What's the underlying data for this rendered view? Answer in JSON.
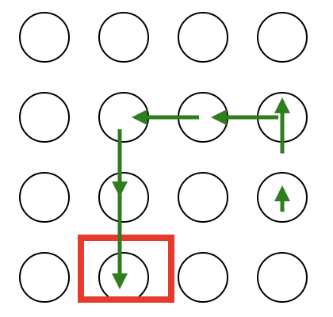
{
  "grid": {
    "rows": 4,
    "cols": 4
  },
  "colors": {
    "background": "#ffffff",
    "circle_stroke": "#000000",
    "arrow": "#2f7d1f",
    "target_box": "#e53b2c"
  },
  "target": {
    "row": 3,
    "col": 1
  },
  "arrows": [
    {
      "id": "arrow-r1-c3-left",
      "from": {
        "row": 1,
        "col": 2.95
      },
      "to": {
        "row": 1,
        "col": 2.2
      }
    },
    {
      "id": "arrow-r1-c2-left",
      "from": {
        "row": 1,
        "col": 1.95
      },
      "to": {
        "row": 1,
        "col": 1.2
      }
    },
    {
      "id": "arrow-r1-c1-down",
      "from": {
        "row": 1.15,
        "col": 0.95
      },
      "to": {
        "row": 1.9,
        "col": 0.95
      }
    },
    {
      "id": "arrow-r2-c1-down",
      "from": {
        "row": 1.9,
        "col": 0.95
      },
      "to": {
        "row": 3.05,
        "col": 0.95
      }
    },
    {
      "id": "arrow-r1-c4-up",
      "from": {
        "row": 1.45,
        "col": 3
      },
      "to": {
        "row": 0.85,
        "col": 3
      }
    },
    {
      "id": "arrow-r2-c4-up",
      "from": {
        "row": 2.18,
        "col": 3
      },
      "to": {
        "row": 1.95,
        "col": 3
      }
    }
  ]
}
